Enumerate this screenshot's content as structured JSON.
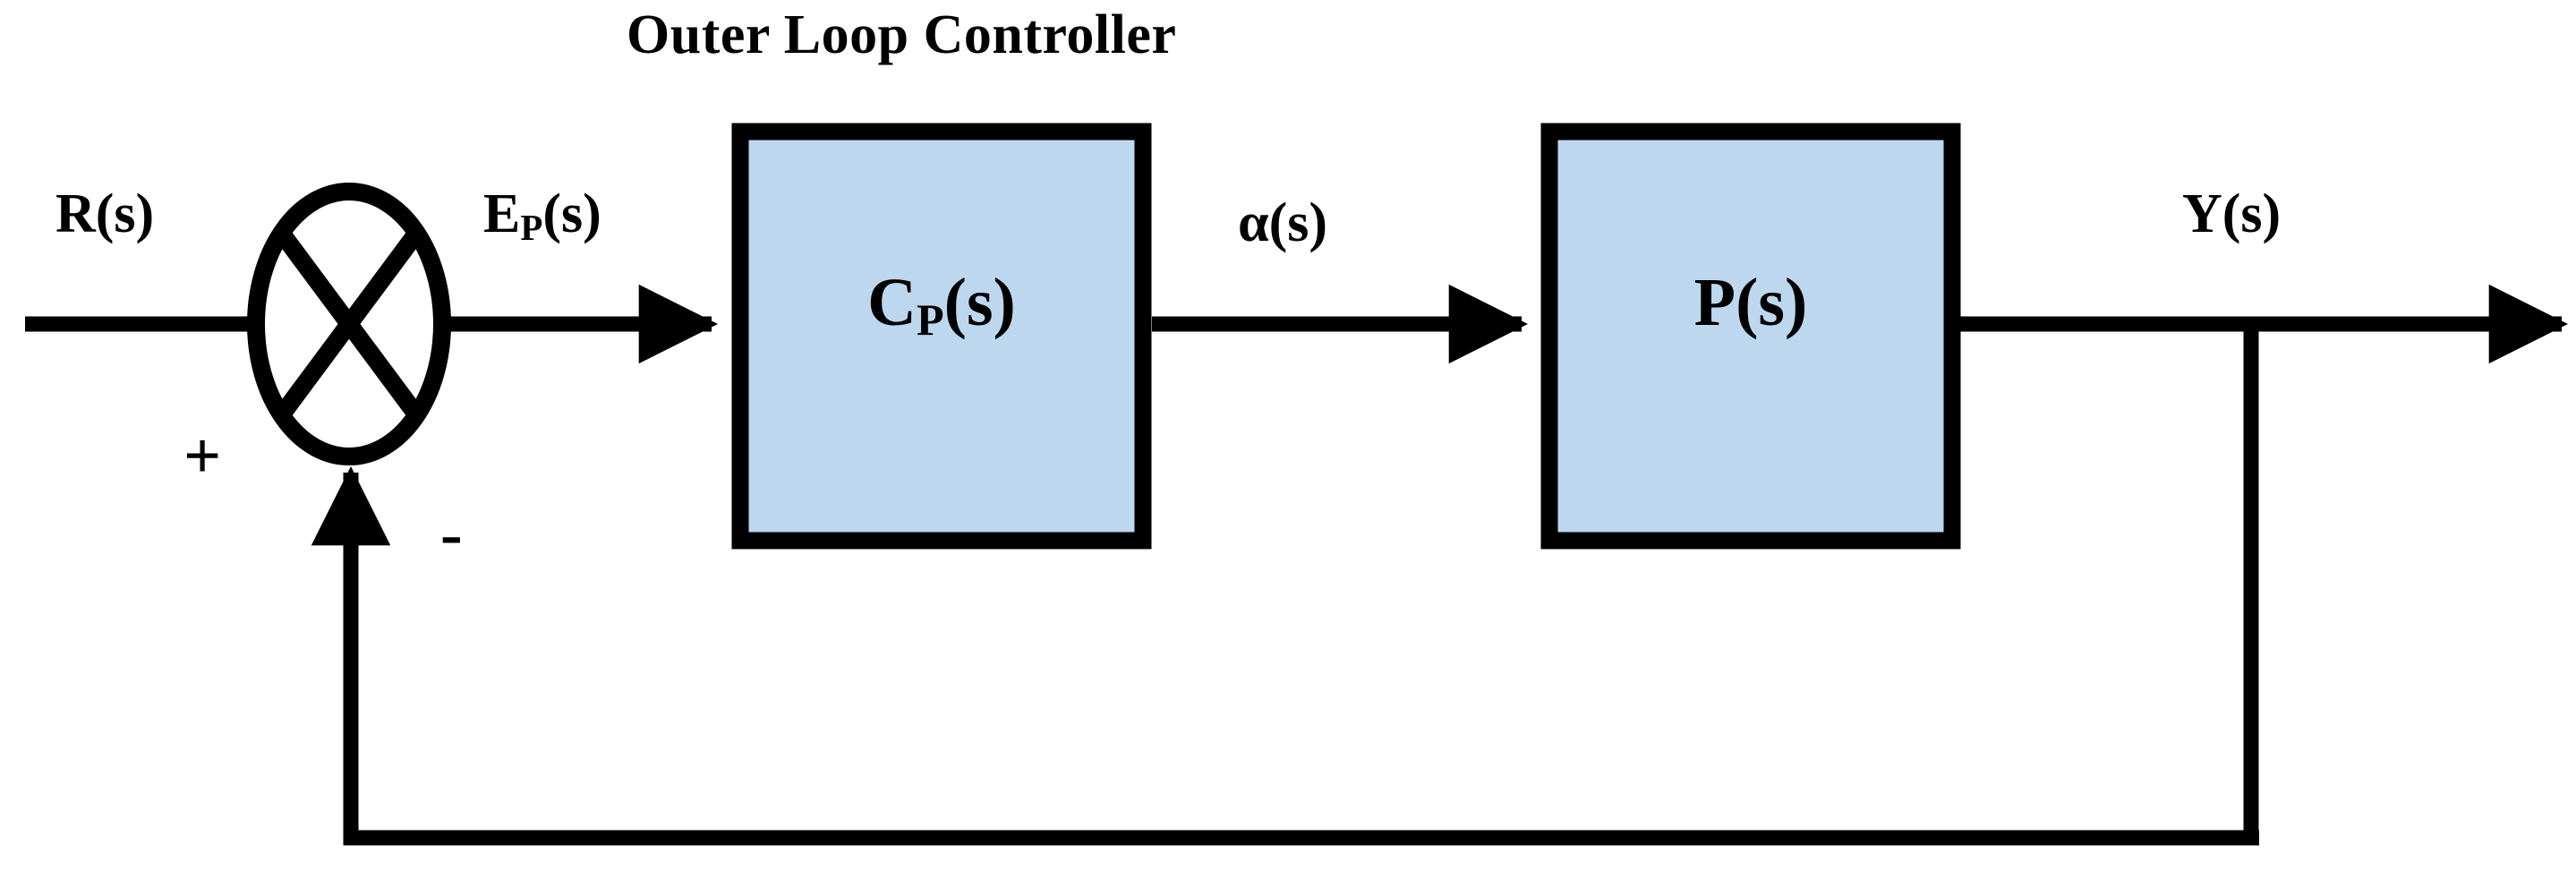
{
  "diagram": {
    "title": "Outer Loop Controller",
    "type": "control-block-diagram",
    "background_color": "#ffffff",
    "line_color": "#000000",
    "block_fill_color": "#bdd7ee",
    "block_border_color": "#000000"
  },
  "signals": {
    "reference_input": "R(s)",
    "error": "E",
    "error_subscript": "P",
    "error_suffix": "(s)",
    "control_output": "α(s)",
    "plant_output": "Y(s)"
  },
  "summing_junction": {
    "name": "summing-junction",
    "shape": "ellipse-with-cross",
    "positive_sign": "+",
    "negative_sign": "-",
    "positive_input": "R(s)",
    "negative_input": "Y(s)",
    "output": "E_P(s)"
  },
  "blocks": [
    {
      "id": "controller",
      "label_main": "C",
      "label_subscript": "P",
      "label_suffix": "(s)",
      "label_plain": "C_P(s)",
      "caption": "Outer Loop Controller",
      "input": "E_P(s)",
      "output": "α(s)"
    },
    {
      "id": "plant",
      "label_main": "P",
      "label_subscript": "",
      "label_suffix": "(s)",
      "label_plain": "P(s)",
      "caption": "",
      "input": "α(s)",
      "output": "Y(s)"
    }
  ],
  "feedback": {
    "name": "unity-feedback-path",
    "from": "Y(s)",
    "to": "summing-junction",
    "sign": "-"
  }
}
